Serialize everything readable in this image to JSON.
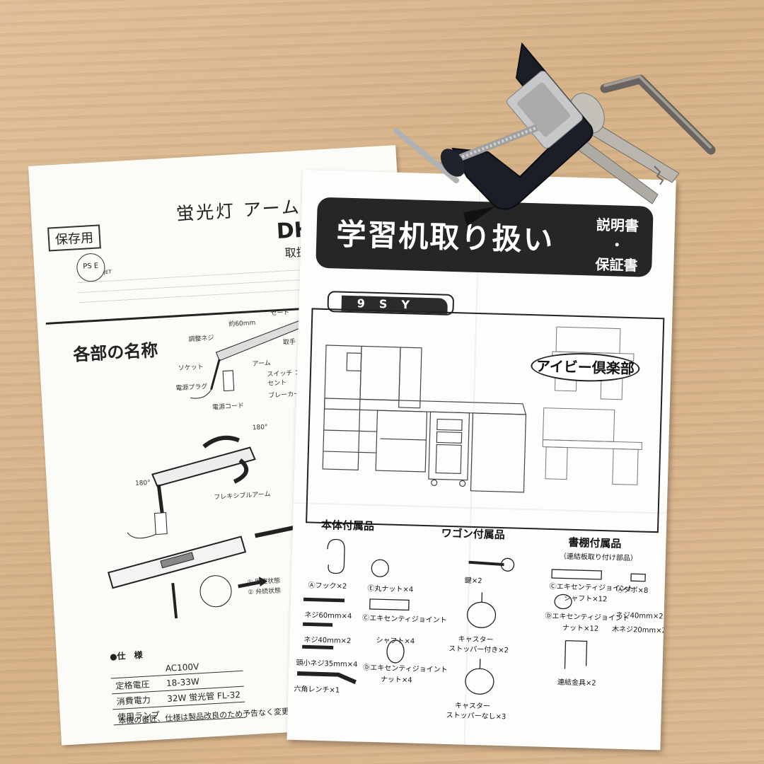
{
  "lamp_manual": {
    "keep_label": "保存用",
    "pse_mark": "PS E",
    "jet_mark": "JET",
    "title": "蛍光灯 アーム",
    "model": "DH",
    "subtitle": "取扱",
    "section_parts": "各部の名称",
    "labels": {
      "about60": "約60mm",
      "shade": "セード",
      "adjust_screw": "調整ネジ",
      "handle": "取手",
      "socket": "ソケット",
      "arm": "アーム",
      "switch_outlet": "スイッチ コンセント",
      "power_plug": "電源プラグ",
      "breaker": "ブレーカー",
      "power_cord": "電源コード",
      "angle180a": "180°",
      "angle180b": "180°",
      "flex_arm": "フレキシブルアーム",
      "fixed": "① 固定状態",
      "released": "② 弁続状態"
    },
    "specs_heading": "●仕　様",
    "specs": [
      {
        "label": "",
        "value": "AC100V"
      },
      {
        "label": "定格電圧",
        "value": "18-33W"
      },
      {
        "label": "消費電力",
        "value": "32W 蛍光管 FL-32"
      },
      {
        "label": "使用ランプ",
        "value": ""
      }
    ],
    "note": "本機の番匠、仕様は製品改良のため予告なく変更するこ"
  },
  "desk_manual": {
    "title": "学習机取り扱い",
    "title_side": [
      "説明書",
      "・",
      "保証書"
    ],
    "model": "9SY",
    "brand_badge": "アイビー倶楽部",
    "columns": {
      "body": "本体付属品",
      "wagon": "ワゴン付属品",
      "shelf": "書棚付属品",
      "shelf_sub": "（連結板取り付け部品）"
    },
    "body_items": [
      "Ⓐフック×2",
      "Ⓔ丸ナット×4",
      "ネジ60mm×4",
      "Ⓒエキセンティジョイント",
      "ネジ40mm×2",
      "シャフト×4",
      "頭小ネジ35mm×4",
      "Ⓓエキセンティジョイント",
      "ナット×4",
      "六角レンチ×1"
    ],
    "wagon_items": [
      "鍵×2",
      "キャスター",
      "ストッパー付き×2",
      "キャスター",
      "ストッパーなし×3"
    ],
    "shelf_items": [
      "Ⓒエキセンティジョイント",
      "シャフト×12",
      "Ⓐダボ×8",
      "Ⓓエキセンティジョイント",
      "ナット×12",
      "ネジ40mm×2",
      "木ネジ20mm×2",
      "連結金具×2"
    ]
  }
}
